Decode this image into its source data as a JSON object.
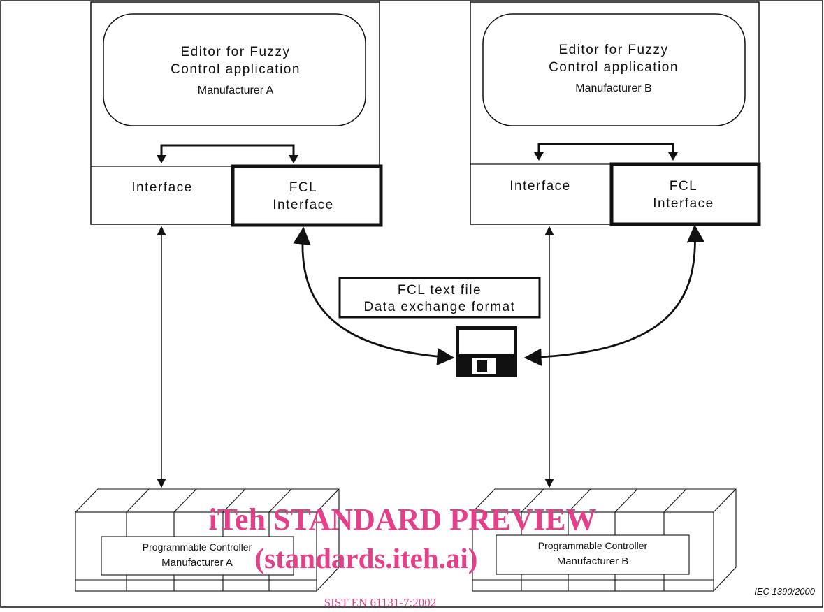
{
  "editor_a": {
    "line1": "Editor for Fuzzy",
    "line2": "Control application",
    "line3": "Manufacturer A"
  },
  "editor_b": {
    "line1": "Editor for Fuzzy",
    "line2": "Control application",
    "line3": "Manufacturer B"
  },
  "interface_label": "Interface",
  "fcl_interface": {
    "line1": "FCL",
    "line2": "Interface"
  },
  "fcl_file": {
    "line1": "FCL text file",
    "line2": "Data exchange format"
  },
  "plc_a": {
    "line1": "Programmable Controller",
    "line2": "Manufacturer A"
  },
  "plc_b": {
    "line1": "Programmable Controller",
    "line2": "Manufacturer B"
  },
  "watermark": {
    "line1": "iTeh STANDARD PREVIEW",
    "line2": "(standards.iteh.ai)"
  },
  "bottom_text": "SIST EN 61131-7:2002",
  "figure_id": "IEC   1390/2000",
  "colors": {
    "line": "#111111",
    "watermark": "#e4408a",
    "background": "#ffffff"
  }
}
